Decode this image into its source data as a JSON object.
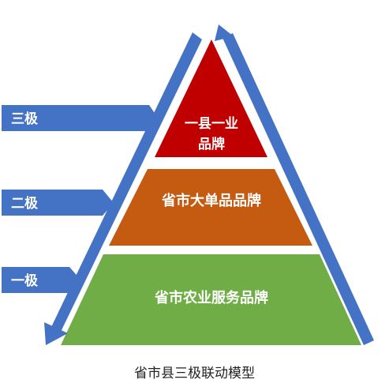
{
  "levels": [
    {
      "label": "三极"
    },
    {
      "label": "二极"
    },
    {
      "label": "一极"
    }
  ],
  "tiers": [
    {
      "line1": "一县一业",
      "line2": "品牌",
      "color": "#c00000"
    },
    {
      "line1": "省市大单品品牌",
      "color": "#c55a11"
    },
    {
      "line1": "省市农业服务品牌",
      "color": "#70ad47"
    }
  ],
  "arrow_color": "#4472c4",
  "caption": "省市县三极联动模型"
}
